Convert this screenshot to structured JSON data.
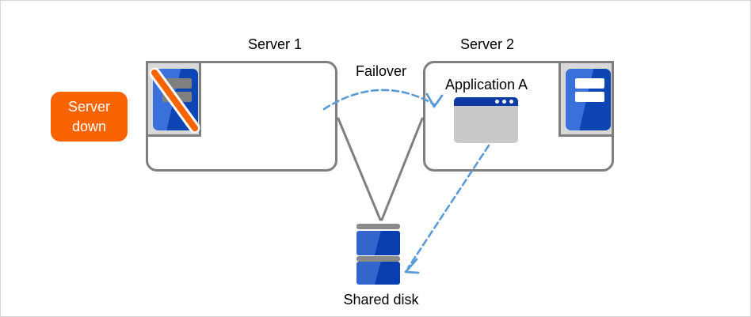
{
  "diagram": {
    "type": "failover-cluster-diagram",
    "badge": {
      "label": "Server down"
    },
    "nodes": {
      "server1": {
        "label": "Server 1",
        "icon": "server-tower-down-icon"
      },
      "server2": {
        "label": "Server 2",
        "icon": "server-tower-icon"
      },
      "application": {
        "label": "Application A",
        "icon": "app-window-icon"
      },
      "shared_disk": {
        "label": "Shared disk",
        "icon": "disk-stack-icon"
      }
    },
    "arrows": {
      "failover": {
        "label": "Failover",
        "style": "dashed-curve"
      },
      "app_to_disk": {
        "style": "dashed-line"
      },
      "server1_to_disk": {
        "style": "solid-line"
      },
      "server2_to_disk": {
        "style": "solid-line"
      }
    },
    "colors": {
      "accent_orange": "#FA6400",
      "dashed_blue": "#5B9BD5",
      "line_gray": "#7F7F7F",
      "server_blue_light": "#3A70D9",
      "server_blue_dark": "#0E45B5",
      "titlebar_navy": "#0B3AA2",
      "icon_frame_bg": "#D9D9D9",
      "window_body_gray": "#C9C9C9"
    }
  }
}
